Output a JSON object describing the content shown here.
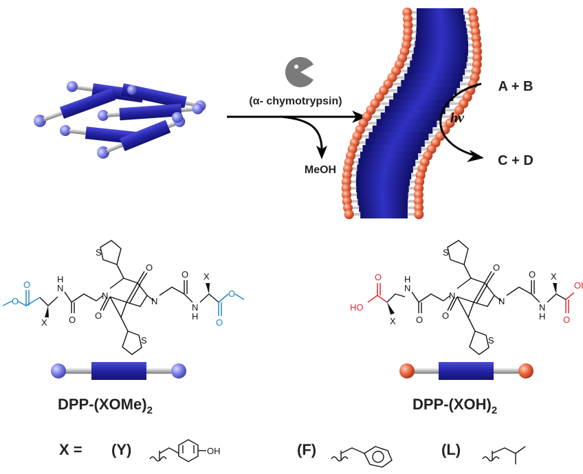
{
  "colors": {
    "rod_blue": "#2b2bb0",
    "sphere_blue": "#7f82e6",
    "sphere_orange": "#e8653f",
    "ester_blue": "#1f86c7",
    "acid_red": "#e0282e",
    "text": "#222222"
  },
  "reaction": {
    "enzyme": "(α- chymotrypsin)",
    "byproduct": "MeOH",
    "photo_label": "hν",
    "reactants": "A + B",
    "products": "C + D"
  },
  "enzyme_icon": "pacman-icon",
  "molecules": {
    "ester": {
      "name": "DPP-(XOMe)",
      "subscript": "2",
      "atoms": {
        "o": "O",
        "n": "N",
        "h": "H",
        "s": "S",
        "x": "X"
      }
    },
    "acid": {
      "name": "DPP-(XOH)",
      "subscript": "2",
      "atoms": {
        "o": "O",
        "n": "N",
        "h": "H",
        "s": "S",
        "x": "X",
        "ho": "HO",
        "oh": "OH"
      }
    }
  },
  "legend": {
    "prefix": "X =",
    "items": [
      {
        "code": "(Y)",
        "substituent": "OH"
      },
      {
        "code": "(F)"
      },
      {
        "code": "(L)"
      }
    ]
  }
}
